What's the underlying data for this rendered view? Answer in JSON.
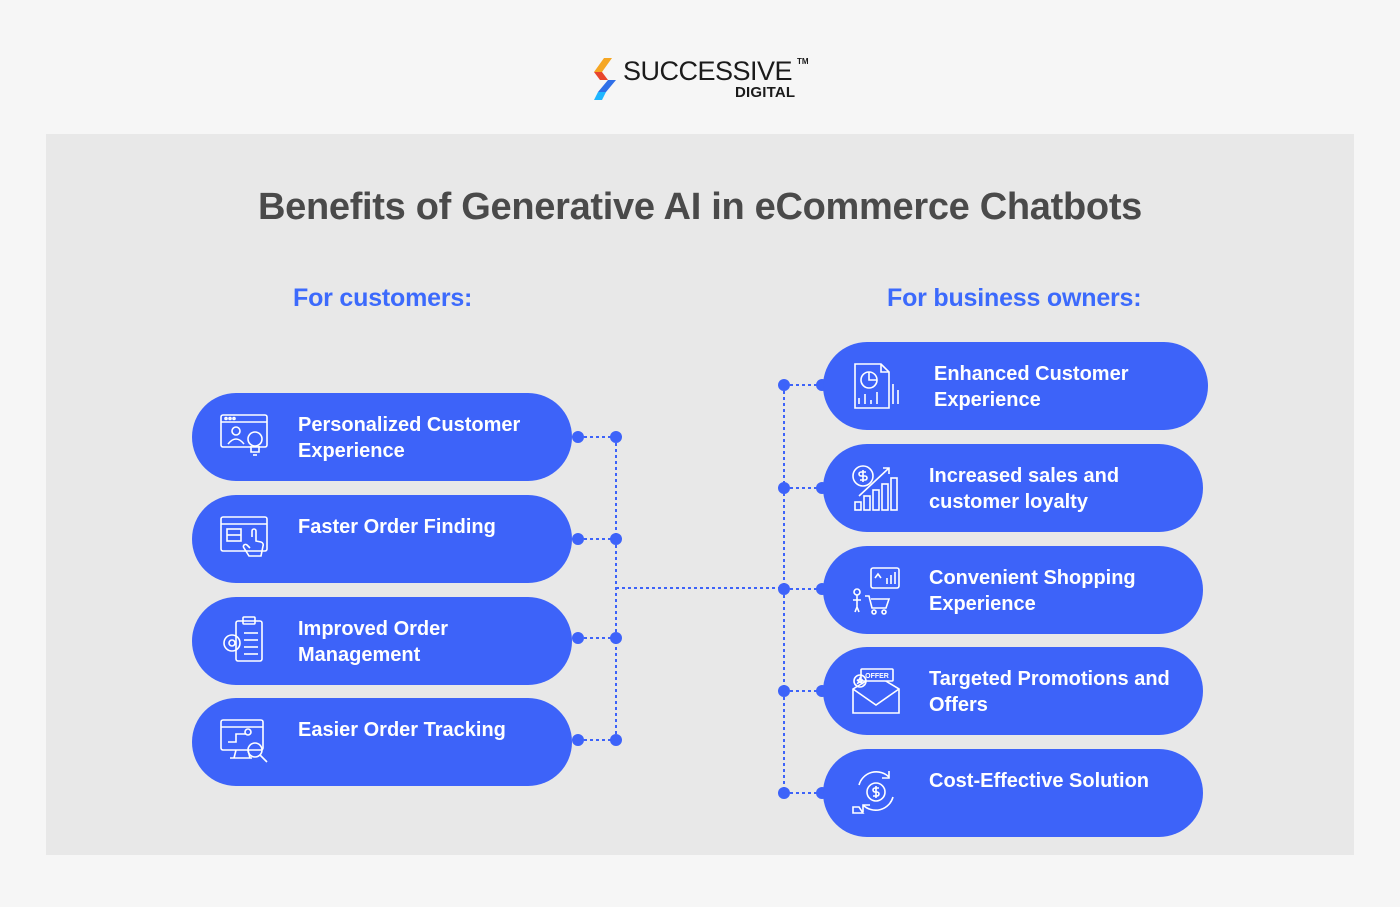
{
  "logo": {
    "main": "SUCCESSIVE",
    "tm": "TM",
    "sub": "DIGITAL",
    "colors": [
      "#f5a623",
      "#e8452c",
      "#2f6fe8",
      "#1fb6ff"
    ]
  },
  "title": "Benefits of Generative AI in eCommerce Chatbots",
  "customers": {
    "heading": "For customers:",
    "items": [
      {
        "label": "Personalized Customer Experience",
        "icon": "user-browser-icon"
      },
      {
        "label": "Faster Order Finding",
        "icon": "touch-screen-icon"
      },
      {
        "label": "Improved Order Management",
        "icon": "clipboard-gear-icon"
      },
      {
        "label": "Easier Order Tracking",
        "icon": "monitor-search-icon"
      }
    ]
  },
  "business": {
    "heading": "For business owners:",
    "items": [
      {
        "label": "Enhanced Customer Experience",
        "icon": "report-chart-icon"
      },
      {
        "label": "Increased sales and customer loyalty",
        "icon": "dollar-growth-icon"
      },
      {
        "label": "Convenient Shopping Experience",
        "icon": "shopper-cart-icon"
      },
      {
        "label": "Targeted Promotions and Offers",
        "icon": "offer-envelope-icon"
      },
      {
        "label": "Cost-Effective Solution",
        "icon": "dollar-cycle-icon"
      }
    ]
  },
  "colors": {
    "accent": "#3d63f9",
    "heading": "#3c6afc",
    "title": "#4a4a4a",
    "panel": "#e8e8e8"
  }
}
